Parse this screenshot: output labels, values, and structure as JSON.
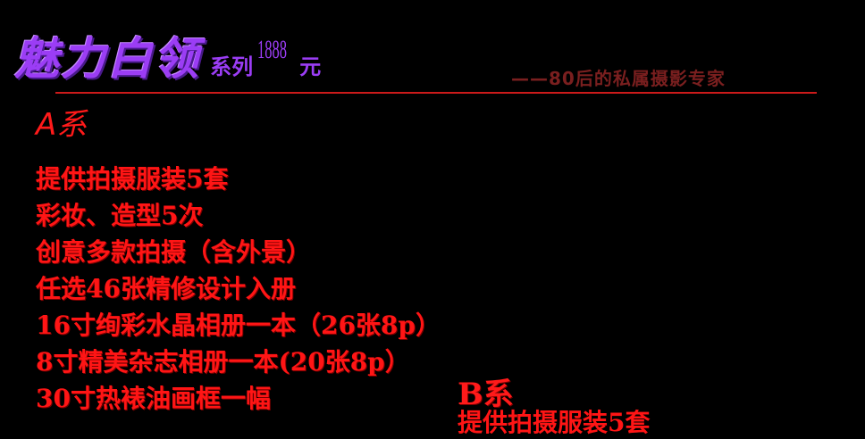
{
  "header": {
    "title": "魅力白领",
    "series_word": "系列",
    "price": "1888",
    "unit": "元",
    "tagline": "——80后的私属摄影专家"
  },
  "series_a": {
    "label": "A系",
    "items": [
      "提供拍摄服装5套",
      "彩妆、造型5次",
      "创意多款拍摄（含外景）",
      "任选46张精修设计入册",
      "16寸绚彩水晶相册一本（26张8p）",
      "8寸精美杂志相册一本(20张8p）",
      "30寸热裱油画框一幅"
    ]
  },
  "series_b": {
    "label": "B系",
    "first_item": "提供拍摄服装5套"
  },
  "colors": {
    "title": "#9b3df5",
    "text": "#ff1515",
    "tagline": "#7a1f1f",
    "divider": "#cc1a1a",
    "background": "#000000"
  }
}
